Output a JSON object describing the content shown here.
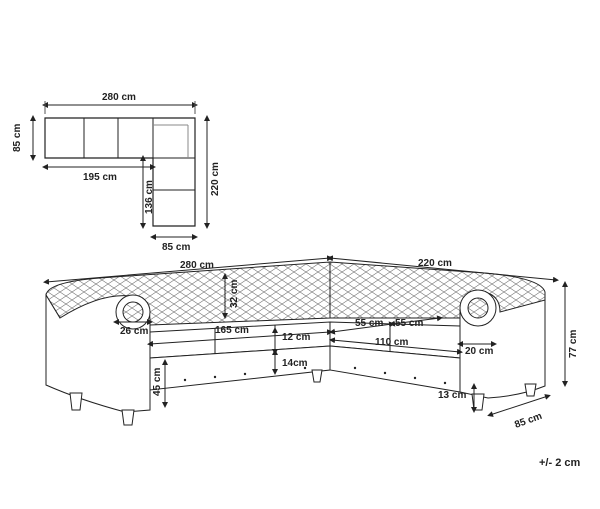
{
  "plan_view": {
    "width_top": "280 cm",
    "depth_left": "85 cm",
    "inner_length": "195 cm",
    "height_right": "220 cm",
    "inner_height": "136 cm",
    "depth_bottom": "85 cm"
  },
  "sofa_view": {
    "total_length_left": "280 cm",
    "total_length_right": "220 cm",
    "back_height": "32 cm",
    "arm_width": "26 cm",
    "seat_length_left": "165 cm",
    "seat_thickness": "12 cm",
    "base_height": "14cm",
    "seat_height": "45 cm",
    "cushion_left": "55 cm",
    "cushion_right": "55 cm",
    "seat_length_right": "110 cm",
    "arm_width_right": "20 cm",
    "total_height": "77 cm",
    "leg_height": "13 cm",
    "depth": "85 cm"
  },
  "tolerance": "+/- 2 cm"
}
